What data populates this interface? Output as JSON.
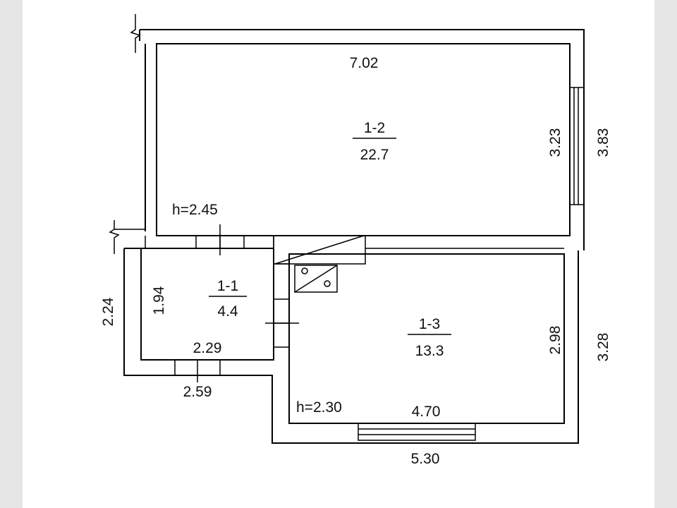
{
  "rooms": [
    {
      "number": "1-2",
      "area": "22.7"
    },
    {
      "number": "1-1",
      "area": "4.4"
    },
    {
      "number": "1-3",
      "area": "13.3"
    }
  ],
  "dimensions": {
    "room12_width": "7.02",
    "room12_inner_height": "3.23",
    "room12_outer_height": "3.83",
    "room11_height_mark": "h=2.45",
    "room11_inner_height": "1.94",
    "room11_outer_height": "2.24",
    "room11_inner_width": "2.29",
    "room11_outer_width": "2.59",
    "room13_height_mark": "h=2.30",
    "room13_inner_width": "4.70",
    "room13_outer_width": "5.30",
    "room13_inner_height": "2.98",
    "room13_outer_height": "3.28"
  }
}
